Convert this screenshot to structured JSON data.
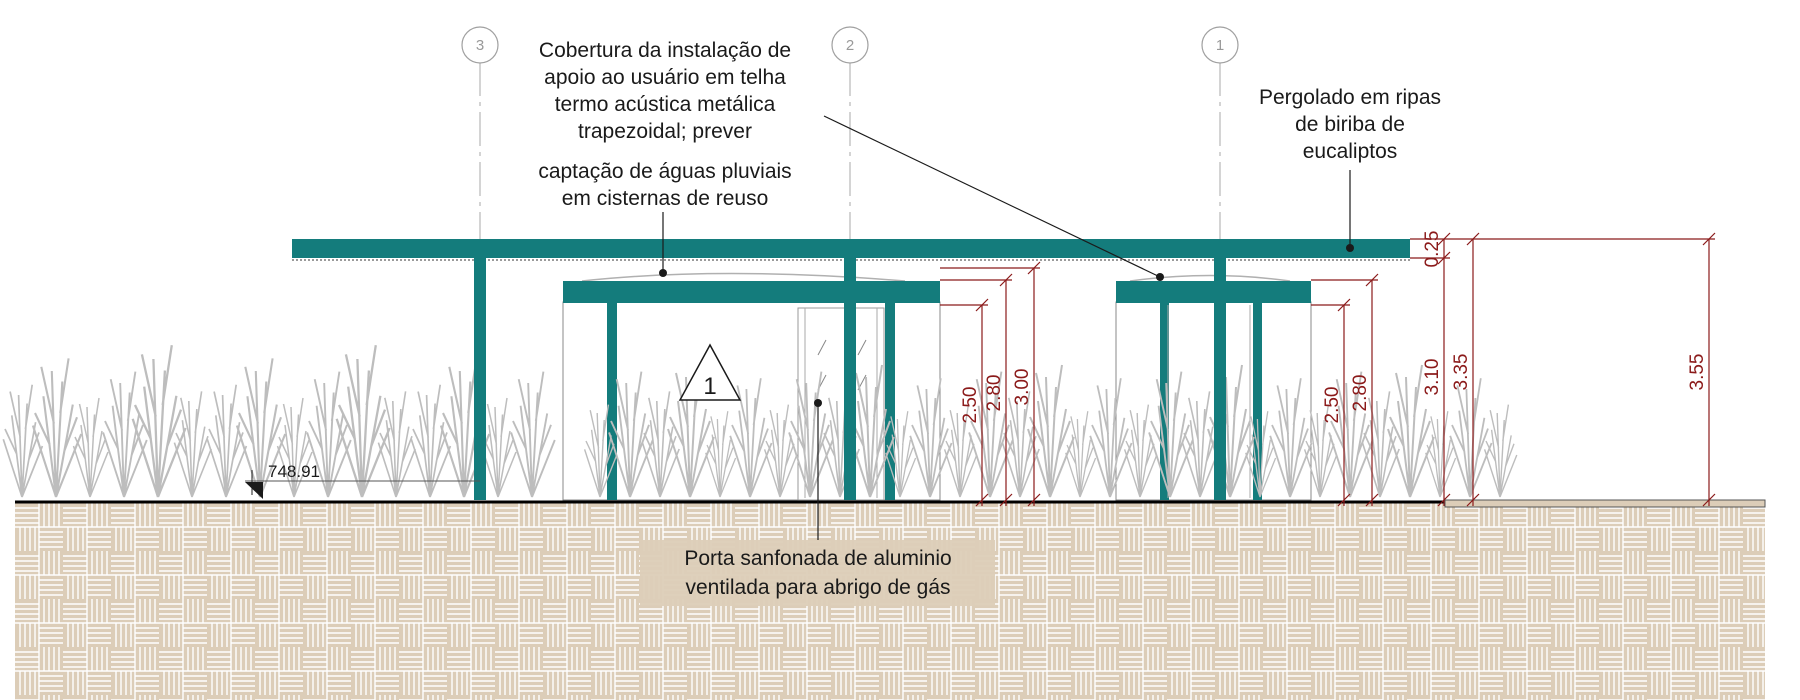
{
  "notes": {
    "cobertura": [
      "Cobertura da instalação de",
      "apoio ao usuário em telha",
      "termo acústica metálica",
      "trapezoidal; prever",
      "captação de águas pluviais",
      "em cisternas de reuso"
    ],
    "pergolado": [
      "Pergolado em ripas",
      "de biriba de",
      "eucaliptos"
    ],
    "porta": [
      "Porta sanfonada de aluminio",
      "ventilada para abrigo de gás"
    ]
  },
  "grid_labels": [
    "3",
    "2",
    "1"
  ],
  "level_mark": "748.91",
  "section_mark": "1",
  "dimensions": {
    "left_block": [
      "2.50",
      "2.80",
      "3.00"
    ],
    "right_block": [
      "2.50",
      "2.80"
    ],
    "overall": [
      "0.25",
      "3.10",
      "3.35",
      "3.55"
    ]
  },
  "colors": {
    "structure": "#147c7c",
    "structure_dark": "#0f6464",
    "dimension": "#8b1a1a",
    "soil": "#dccdb8",
    "soil_pattern": "#ffffff",
    "vegetation": "#bdbdbd",
    "text": "#1a1a1a",
    "grid": "#9a9a9a"
  }
}
